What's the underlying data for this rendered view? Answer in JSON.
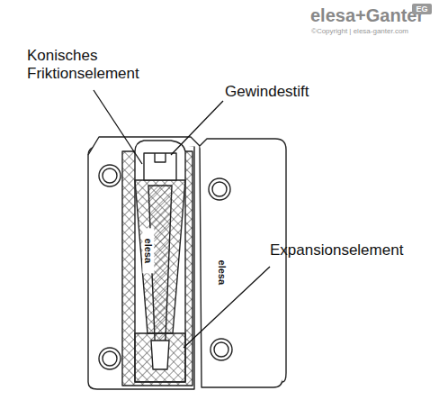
{
  "diagram": {
    "labels": [
      "elesa+Ganter",
      "EG",
      "©Copyright | elesa-ganter.com",
      "Konisches Friktionselement",
      "Gewindestift",
      "Expansionselement",
      "elesa",
      "elesa"
    ]
  }
}
